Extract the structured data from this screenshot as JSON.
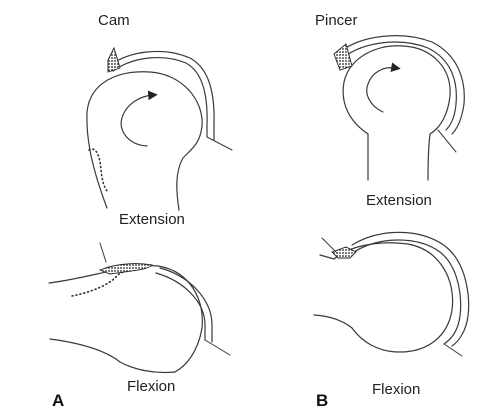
{
  "panels": [
    {
      "letter": "A",
      "lesion_label": "Cam",
      "extension_caption": "Extension",
      "flexion_caption": "Flexion"
    },
    {
      "letter": "B",
      "lesion_label": "Pincer",
      "extension_caption": "Extension",
      "flexion_caption": "Flexion"
    }
  ],
  "colors": {
    "line": "#3a3a3a",
    "text": "#222222",
    "background": "#ffffff"
  }
}
